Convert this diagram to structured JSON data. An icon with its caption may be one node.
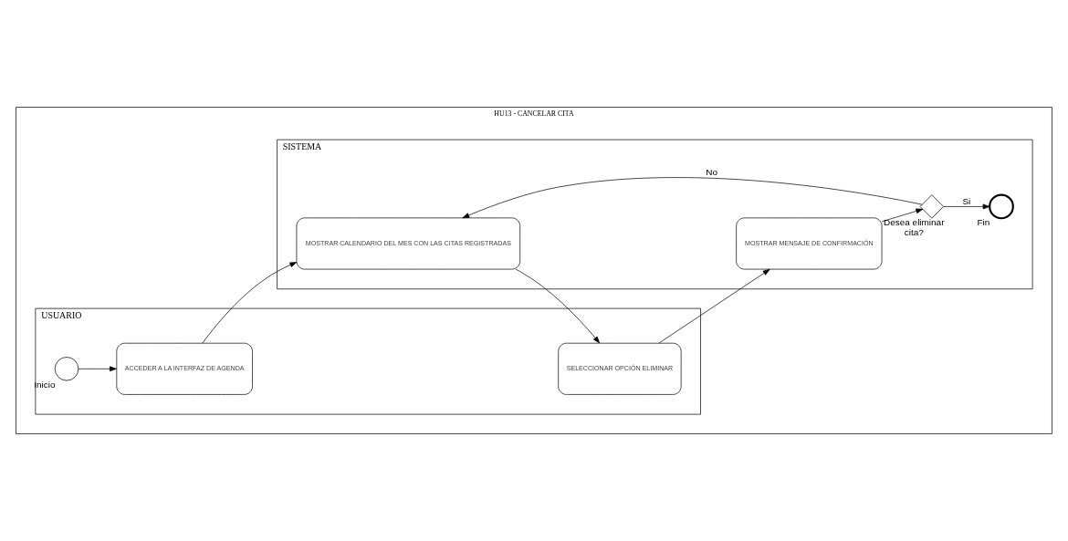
{
  "diagram": {
    "nodes": [
      {
        "text": [
          "HU13 - CANCELAR CITA"
        ]
      },
      {
        "text": [
          "USUARIO"
        ],
        "in": 0
      },
      {
        "text": [
          "SISTEMA"
        ],
        "in": 0
      },
      {
        "text": [],
        "shape": "circle",
        "beside": [
          "Inicio"
        ],
        "in": 1
      },
      {
        "text": [
          "ACCEDER A LA INTERFAZ DE AGENDA"
        ],
        "in": 1
      },
      {
        "text": [
          "SELECCIONAR OPCIÓN ELIMINAR"
        ],
        "in": 1
      },
      {
        "text": [
          "MOSTRAR CALENDARIO DEL MES CON LAS CITAS REGISTRADAS"
        ],
        "in": 2
      },
      {
        "text": [
          "MOSTRAR MENSAJE DE CONFIRMACIÓN"
        ],
        "in": 2
      },
      {
        "text": [],
        "shape": "diamond",
        "beside": [
          "Desea eliminar cita?"
        ],
        "in": 2
      },
      {
        "text": [],
        "shape": "circle",
        "beside": [
          "Fin"
        ],
        "in": 2
      }
    ],
    "edges": [
      {
        "from": 3,
        "to": 4,
        "arrow": "to"
      },
      {
        "from": 4,
        "to": 6,
        "arrow": "to"
      },
      {
        "from": 6,
        "to": 5,
        "arrow": "to"
      },
      {
        "from": 5,
        "to": 7,
        "arrow": "to"
      },
      {
        "from": 7,
        "to": 8,
        "arrow": "to"
      },
      {
        "from": 8,
        "to": 6,
        "arrow": "to",
        "label": "No"
      },
      {
        "from": 8,
        "to": 9,
        "arrow": "to",
        "label": "Si"
      }
    ]
  }
}
